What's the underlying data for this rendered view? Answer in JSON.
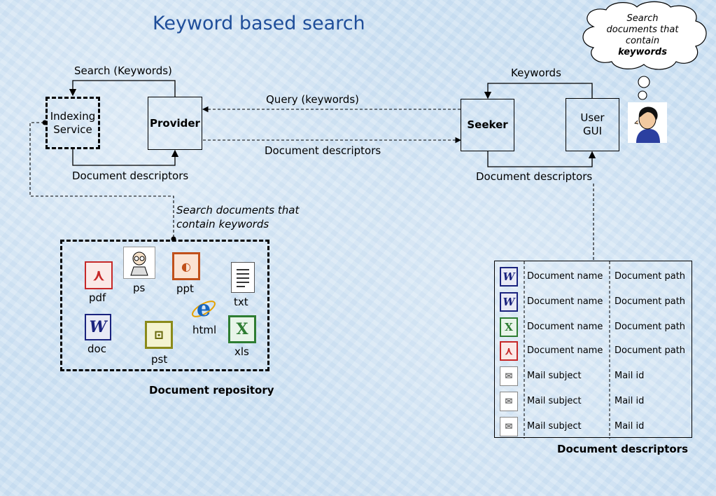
{
  "title": "Keyword based search",
  "cloud": {
    "line1": "Search",
    "line2": "documents that",
    "line3": "contain",
    "line4": "keywords"
  },
  "nodes": {
    "indexing": {
      "line1": "Indexing",
      "line2": "Service"
    },
    "provider": "Provider",
    "seeker": "Seeker",
    "user_gui": {
      "line1": "User",
      "line2": "GUI"
    }
  },
  "labels": {
    "search_keywords": "Search (Keywords)",
    "query_keywords": "Query (keywords)",
    "doc_descriptors_mid": "Document descriptors",
    "doc_descriptors_left": "Document descriptors",
    "doc_descriptors_right": "Document descriptors",
    "keywords": "Keywords",
    "search_docs_1": "Search documents that",
    "search_docs_2": "contain keywords"
  },
  "repository": {
    "caption": "Document repository",
    "files": [
      {
        "label": "pdf",
        "icon": "pdf-icon"
      },
      {
        "label": "ps",
        "icon": "ps-icon"
      },
      {
        "label": "ppt",
        "icon": "ppt-icon"
      },
      {
        "label": "txt",
        "icon": "txt-icon"
      },
      {
        "label": "html",
        "icon": "html-icon"
      },
      {
        "label": "doc",
        "icon": "doc-icon"
      },
      {
        "label": "pst",
        "icon": "pst-icon"
      },
      {
        "label": "xls",
        "icon": "xls-icon"
      }
    ]
  },
  "descriptors": {
    "caption": "Document descriptors",
    "rows": [
      {
        "icon": "word-icon",
        "name": "Document name",
        "path": "Document path"
      },
      {
        "icon": "word-icon",
        "name": "Document name",
        "path": "Document path"
      },
      {
        "icon": "excel-icon",
        "name": "Document name",
        "path": "Document path"
      },
      {
        "icon": "pdf-icon",
        "name": "Document name",
        "path": "Document path"
      },
      {
        "icon": "mail-icon",
        "name": "Mail subject",
        "path": "Mail id"
      },
      {
        "icon": "mail-icon",
        "name": "Mail subject",
        "path": "Mail id"
      },
      {
        "icon": "mail-icon",
        "name": "Mail subject",
        "path": "Mail id"
      }
    ]
  },
  "colors": {
    "title": "#1f4e9a",
    "word": "#1a237e",
    "excel": "#2e7d32",
    "pdf": "#c62828",
    "ppt": "#c0501b",
    "pst": "#8a8a1a"
  }
}
